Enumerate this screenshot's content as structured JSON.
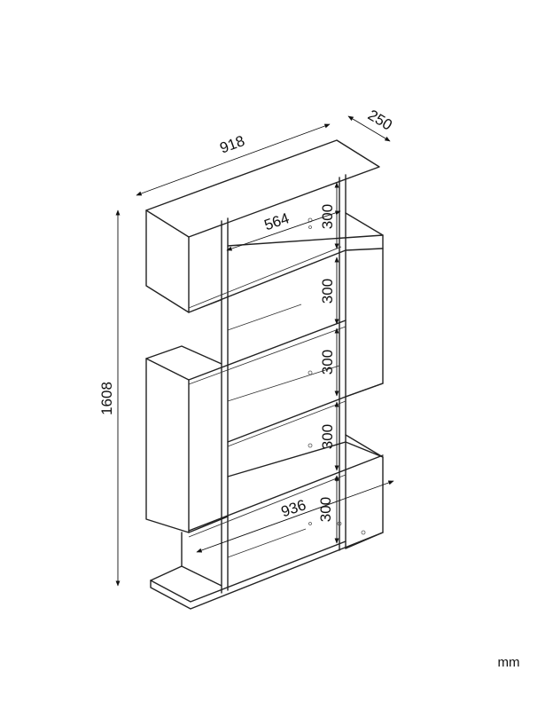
{
  "units": "mm",
  "dimensions": {
    "width_top": "918",
    "depth": "250",
    "height": "1608",
    "inner_width": "564",
    "width_bottom": "936",
    "shelf_height_1": "300",
    "shelf_height_2": "300",
    "shelf_height_3": "300",
    "shelf_height_4": "300",
    "shelf_height_5": "300"
  }
}
